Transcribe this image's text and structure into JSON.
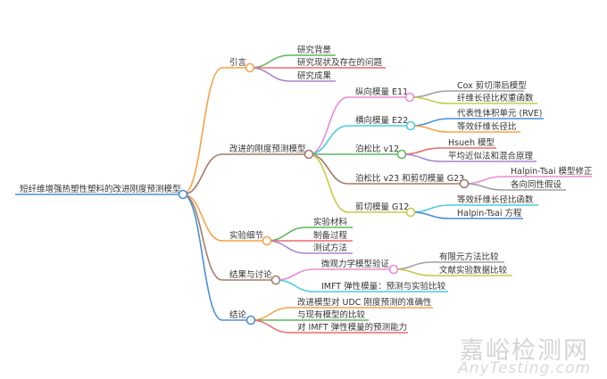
{
  "root": "短纤维增强热塑性塑料的改进刚度预测模型",
  "branches": [
    {
      "label": "引言",
      "children": [
        {
          "label": "研究背景"
        },
        {
          "label": "研究现状及存在的问题"
        },
        {
          "label": "研究成果"
        }
      ]
    },
    {
      "label": "改进的刚度预测模型",
      "children": [
        {
          "label": "纵向模量 E11",
          "children": [
            {
              "label": "Cox 剪切滞后模型"
            },
            {
              "label": "纤维长径比权重函数"
            }
          ]
        },
        {
          "label": "横向模量 E22",
          "children": [
            {
              "label": "代表性体积单元 (RVE)"
            },
            {
              "label": "等效纤维长径比"
            }
          ]
        },
        {
          "label": "泊松比 v12",
          "children": [
            {
              "label": "Hsueh 模型"
            },
            {
              "label": "平均近似法和混合原理"
            }
          ]
        },
        {
          "label": "泊松比 v23 和剪切模量 G23",
          "children": [
            {
              "label": "Halpin-Tsai 模型修正"
            },
            {
              "label": "各向同性假设"
            }
          ]
        },
        {
          "label": "剪切模量 G12",
          "children": [
            {
              "label": "等效纤维长径比函数"
            },
            {
              "label": "Halpin-Tsai 方程"
            }
          ]
        }
      ]
    },
    {
      "label": "实验细节",
      "children": [
        {
          "label": "实验材料"
        },
        {
          "label": "制备过程"
        },
        {
          "label": "测试方法"
        }
      ]
    },
    {
      "label": "结果与讨论",
      "children": [
        {
          "label": "微观力学模型验证",
          "children": [
            {
              "label": "有限元方法比较"
            },
            {
              "label": "文献实验数据比较"
            }
          ]
        },
        {
          "label": "IMFT 弹性模量：预测与实验比较"
        }
      ]
    },
    {
      "label": "结论",
      "children": [
        {
          "label": "改进模型对 UDC 刚度预测的准确性"
        },
        {
          "label": "与现有模型的比较"
        },
        {
          "label": "对 IMFT 弹性模量的预测能力"
        }
      ]
    }
  ],
  "watermark": {
    "cn": "嘉峪检测网",
    "en": "AnyTesting.com"
  },
  "colors": {
    "blue": "#4a8fd4",
    "orange": "#f7a24a",
    "brown": "#a47a6a",
    "green": "#5cb85c",
    "red": "#ec6a6a",
    "purple": "#a884d4",
    "pink": "#ec8ad4",
    "cyan": "#4ccbdc",
    "olive": "#c8c84a",
    "gray": "#a0a0a0"
  }
}
